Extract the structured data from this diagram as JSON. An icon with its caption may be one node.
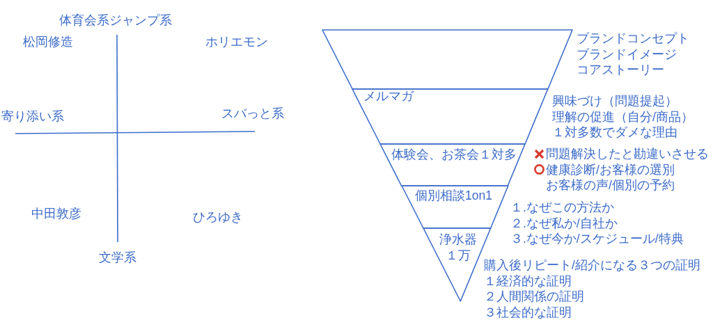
{
  "diagram": {
    "nodes": [
      {
        "text": [],
        "shape": "trapezoid",
        "beside": [
          "ブランドコンセプト",
          "ブランドイメージ",
          "コアストーリー"
        ]
      },
      {
        "text": [
          "メルマガ"
        ],
        "beside": [
          "興味づけ（問題提起）",
          "理解の促進（自分/商品）",
          "１対多数でダメな理由"
        ]
      },
      {
        "text": [
          "体験会、お茶会１対多"
        ],
        "beside": [
          "問題解決したと勘違いさせる",
          "健康診断/お客様の選別",
          "お客様の声/個別の予約"
        ]
      },
      {
        "text": [
          "個別相談1on1"
        ],
        "beside": [
          "１.なぜこの方法か",
          "２.なぜ私か/自社か",
          "３.なぜ今か/スケジュール/特典"
        ]
      },
      {
        "text": [
          "浄水器",
          "１万"
        ],
        "beside": [
          "購入後リピート/紹介になる３つの証明",
          "１経済的な証明",
          "２人間関係の証明",
          "３社会的な証明"
        ]
      }
    ],
    "labels": [
      "体育会系ジャンプ系",
      "松岡修造",
      "ホリエモン",
      "寄り添い系",
      "スバっと系",
      "中田敦彦",
      "ひろゆき",
      "文学系"
    ]
  }
}
